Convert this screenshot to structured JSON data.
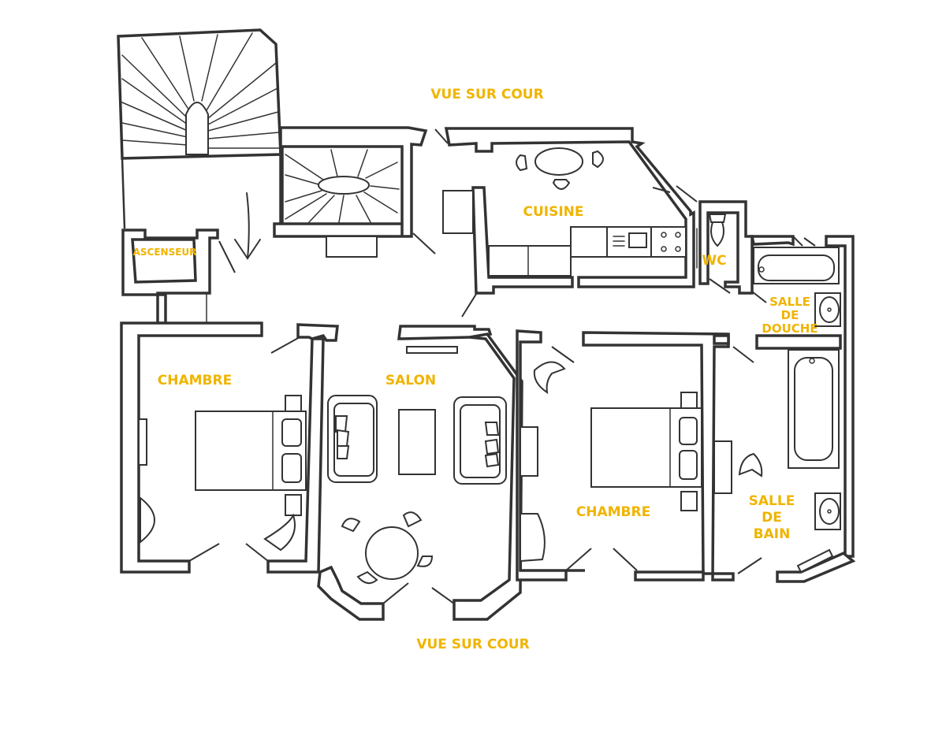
{
  "colors": {
    "label": "#f0b400",
    "wall": "#333333",
    "background": "#ffffff"
  },
  "labels": {
    "view_top": "VUE SUR COUR",
    "view_bottom": "VUE SUR COUR",
    "elevator": "ASCENSEUR",
    "kitchen": "CUISINE",
    "wc": "WC",
    "shower_1": "SALLE",
    "shower_2": "DE",
    "shower_3": "DOUCHE",
    "bedroom_left": "CHAMBRE",
    "living": "SALON",
    "bedroom_right": "CHAMBRE",
    "bath_1": "SALLE",
    "bath_2": "DE",
    "bath_3": "BAIN"
  },
  "icons": {
    "entrance": "entrance-arrow-icon"
  }
}
